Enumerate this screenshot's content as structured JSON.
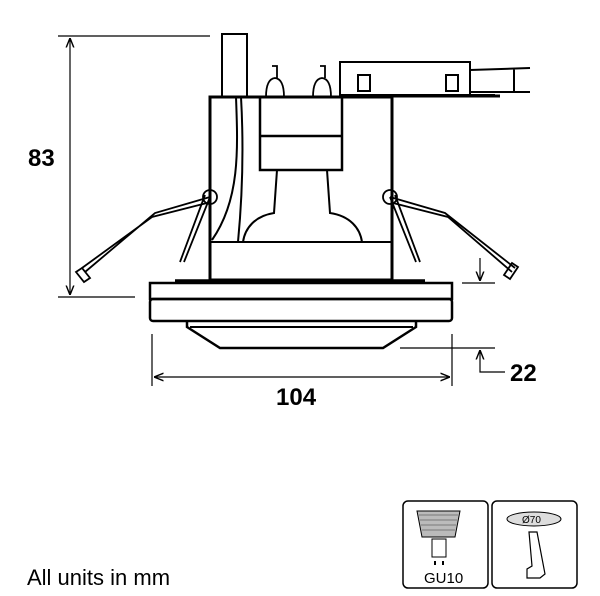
{
  "dimensions": {
    "height": "83",
    "width": "104",
    "recess": "22"
  },
  "note": "All units in mm",
  "icons": [
    {
      "name": "gu10-bulb-icon",
      "label": "GU10"
    },
    {
      "name": "cutout-diameter-icon",
      "label": "Ø70"
    }
  ]
}
